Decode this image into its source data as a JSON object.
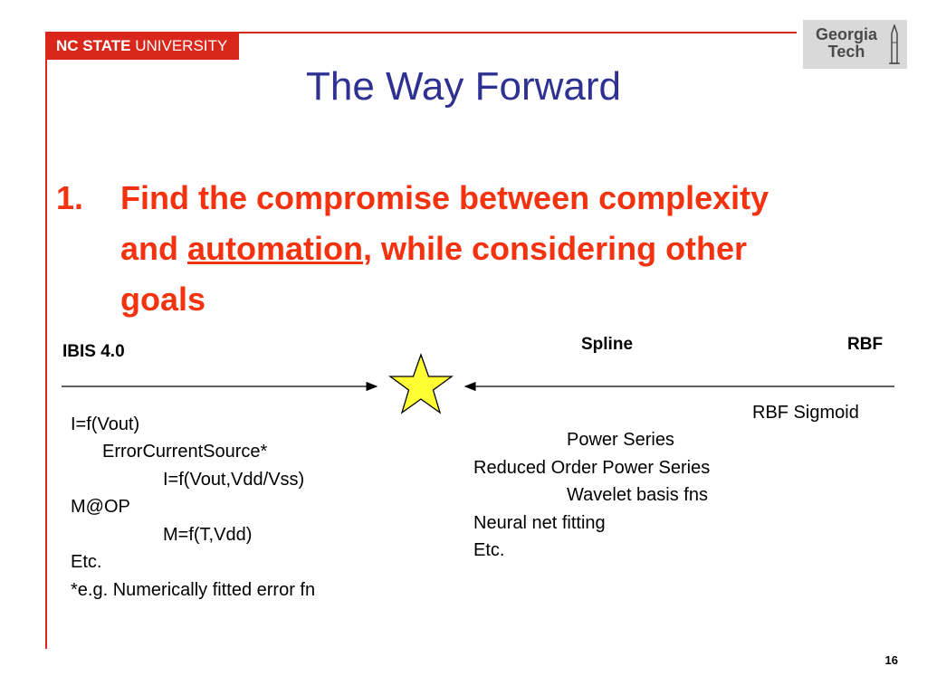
{
  "header": {
    "ncsu_logo": {
      "part1": "NC STATE",
      "part2": " UNIVERSITY"
    },
    "gt_logo": {
      "line1": "Georgia",
      "line2": "Tech"
    }
  },
  "title": "The Way Forward",
  "point": {
    "number": "1.",
    "text_before": "Find the compromise between complexity and ",
    "underlined": "automation",
    "text_after": ", while considering other goals"
  },
  "diagram": {
    "left_label": "IBIS 4.0",
    "spline_label": "Spline",
    "rbf_label": "RBF",
    "left_list": [
      "I=f(Vout)",
      "ErrorCurrentSource*",
      "I=f(Vout,Vdd/Vss)",
      "M@OP",
      "M=f(T,Vdd)",
      "Etc.",
      "*e.g. Numerically fitted error fn"
    ],
    "right_list": [
      "RBF  Sigmoid",
      "Power Series",
      "Reduced Order Power Series",
      "Wavelet basis fns",
      "Neural net fitting",
      "Etc."
    ],
    "star_color": "#ffff33"
  },
  "page_number": "16"
}
